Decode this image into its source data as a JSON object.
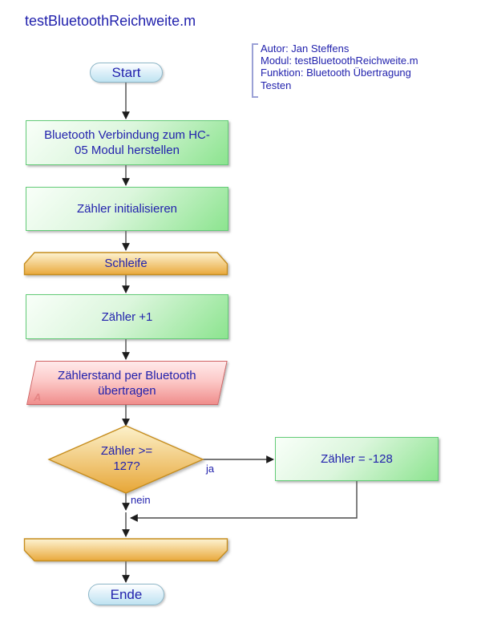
{
  "title": "testBluetoothReichweite.m",
  "annotation": {
    "lines": [
      "Autor: Jan Steffens",
      "Modul: testBluetoothReichweite.m",
      "Funktion: Bluetooth Übertragung",
      "Testen"
    ]
  },
  "nodes": {
    "start": {
      "type": "terminator",
      "label": "Start"
    },
    "connect": {
      "type": "process",
      "label": "Bluetooth Verbindung zum HC-\n05 Modul herstellen"
    },
    "init": {
      "type": "process",
      "label": "Zähler initialisieren"
    },
    "loop_begin": {
      "type": "loop-limit",
      "label": "Schleife"
    },
    "increment": {
      "type": "process",
      "label": "Zähler +1"
    },
    "transmit": {
      "type": "io",
      "label": "Zählerstand per Bluetooth\nübertragen",
      "corner_label": "A"
    },
    "decision": {
      "type": "decision",
      "label": "Zähler >=\n127?",
      "branch_yes": "ja",
      "branch_no": "nein"
    },
    "reset": {
      "type": "process",
      "label": "Zähler = -128"
    },
    "loop_end": {
      "type": "loop-limit-end",
      "label": ""
    },
    "end": {
      "type": "terminator",
      "label": "Ende"
    }
  },
  "colors": {
    "text_navy": "#2222ad",
    "process_fill_top": "#f9fff9",
    "process_fill_bottom": "#8ce48f",
    "process_border": "#63cb77",
    "loop_fill_top": "#fdf3d2",
    "loop_fill_bottom": "#e9a93c",
    "loop_border": "#c68d1e",
    "io_fill_top": "#ffeaea",
    "io_fill_bottom": "#f08e8c",
    "io_border": "#cf6263",
    "io_corner_label": "#e58585",
    "terminator_fill": "#bfe3f1",
    "terminator_border": "#8cb6c8",
    "annotation_bracket": "#9ba1d6",
    "connector_line": "#4a4a4a",
    "arrowhead": "#1c1c1c"
  }
}
